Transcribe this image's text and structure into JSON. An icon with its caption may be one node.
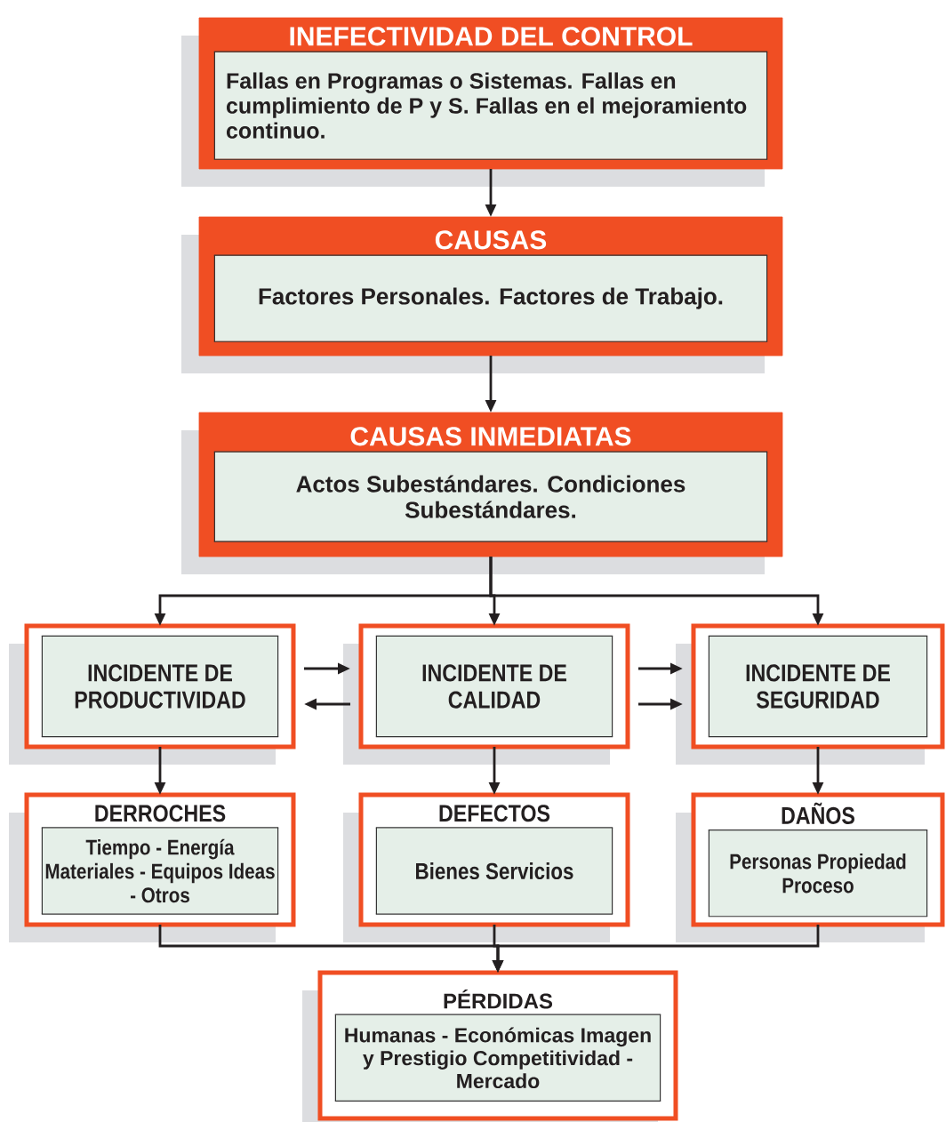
{
  "diagram": {
    "nodes": [
      {
        "text": [
          "INEFECTIVIDAD DEL CONTROL",
          "Fallas en Programas o Sistemas. Fallas en cumplimiento de P y S. Fallas en el mejoramiento continuo."
        ]
      },
      {
        "text": [
          "CAUSAS",
          "Factores Personales. Factores de Trabajo."
        ]
      },
      {
        "text": [
          "CAUSAS INMEDIATAS",
          "Actos Subestándares. Condiciones Subestándares."
        ]
      },
      {
        "text": [
          "INCIDENTE DE PRODUCTIVIDAD"
        ]
      },
      {
        "text": [
          "INCIDENTE DE CALIDAD"
        ]
      },
      {
        "text": [
          "INCIDENTE DE SEGURIDAD"
        ]
      },
      {
        "text": [
          "DERROCHES",
          "Tiempo - Energía Materiales - Equipos Ideas - Otros"
        ]
      },
      {
        "text": [
          "DEFECTOS",
          "Bienes Servicios"
        ]
      },
      {
        "text": [
          "DAÑOS",
          "Personas Propiedad Proceso"
        ]
      },
      {
        "text": [
          "PÉRDIDAS",
          "Humanas - Económicas Imagen y Prestigio Competitividad - Mercado"
        ]
      }
    ],
    "edges": [
      {
        "from": 0,
        "to": 1,
        "arrow": "to"
      },
      {
        "from": 1,
        "to": 2,
        "arrow": "to"
      },
      {
        "from": 2,
        "to": 3,
        "arrow": "to"
      },
      {
        "from": 2,
        "to": 4,
        "arrow": "to"
      },
      {
        "from": 2,
        "to": 5,
        "arrow": "to"
      },
      {
        "from": 3,
        "to": 4,
        "arrow": "to"
      },
      {
        "from": 4,
        "to": 3,
        "arrow": "to"
      },
      {
        "from": 4,
        "to": 5,
        "arrow": "to"
      },
      {
        "from": 4,
        "to": 5,
        "arrow": "to"
      },
      {
        "from": 3,
        "to": 6,
        "arrow": "to"
      },
      {
        "from": 4,
        "to": 7,
        "arrow": "to"
      },
      {
        "from": 5,
        "to": 8,
        "arrow": "to"
      },
      {
        "from": 6,
        "to": 9,
        "arrow": "to"
      },
      {
        "from": 7,
        "to": 9,
        "arrow": "to"
      },
      {
        "from": 8,
        "to": 9,
        "arrow": "to"
      }
    ]
  }
}
